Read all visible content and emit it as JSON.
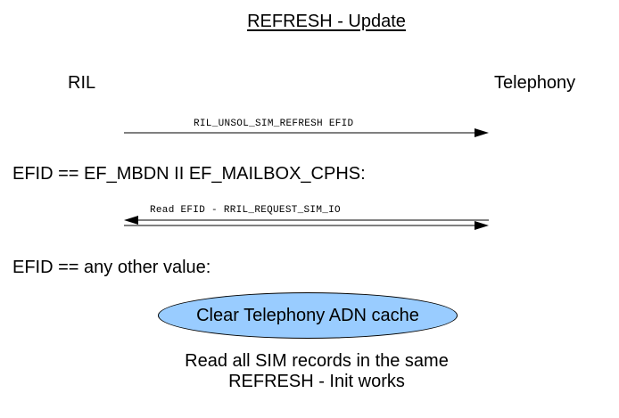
{
  "diagram": {
    "title": "REFRESH - Update",
    "actors": {
      "left": "RIL",
      "right": "Telephony"
    },
    "messages": [
      {
        "label": "RIL_UNSOL_SIM_REFRESH EFID",
        "direction": "RIL -> Telephony"
      },
      {
        "label": "Read EFID - RRIL_REQUEST_SIM_IO",
        "direction": "bidirectional"
      }
    ],
    "conditions": [
      "EFID == EF_MBDN II EF_MAILBOX_CPHS:",
      "EFID == any other value:"
    ],
    "action": "Clear Telephony ADN cache",
    "note": {
      "line1": "Read all SIM records in the same",
      "line2": "REFRESH - Init works"
    },
    "colors": {
      "action_fill": "#99ccff",
      "line": "#000000",
      "background": "#ffffff"
    }
  }
}
